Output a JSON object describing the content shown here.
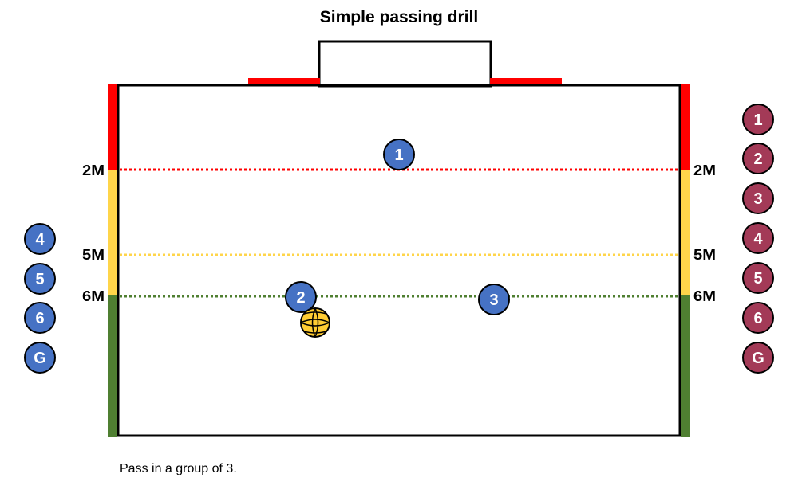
{
  "title": "Simple passing drill",
  "caption": "Pass in a group of 3.",
  "colors": {
    "red_zone": "#ff0000",
    "yellow_zone": "#ffd54a",
    "green_zone": "#4f7f31",
    "home_team": "#4672c4",
    "away_team": "#a33a57",
    "ball": "#ffcc33"
  },
  "distance_labels": [
    "2M",
    "5M",
    "6M"
  ],
  "field_players": [
    {
      "number": "1"
    },
    {
      "number": "2"
    },
    {
      "number": "3"
    }
  ],
  "home_bench": [
    "4",
    "5",
    "6",
    "G"
  ],
  "away_bench": [
    "1",
    "2",
    "3",
    "4",
    "5",
    "6",
    "G"
  ],
  "ball": {
    "icon": "water-polo-ball-icon"
  }
}
